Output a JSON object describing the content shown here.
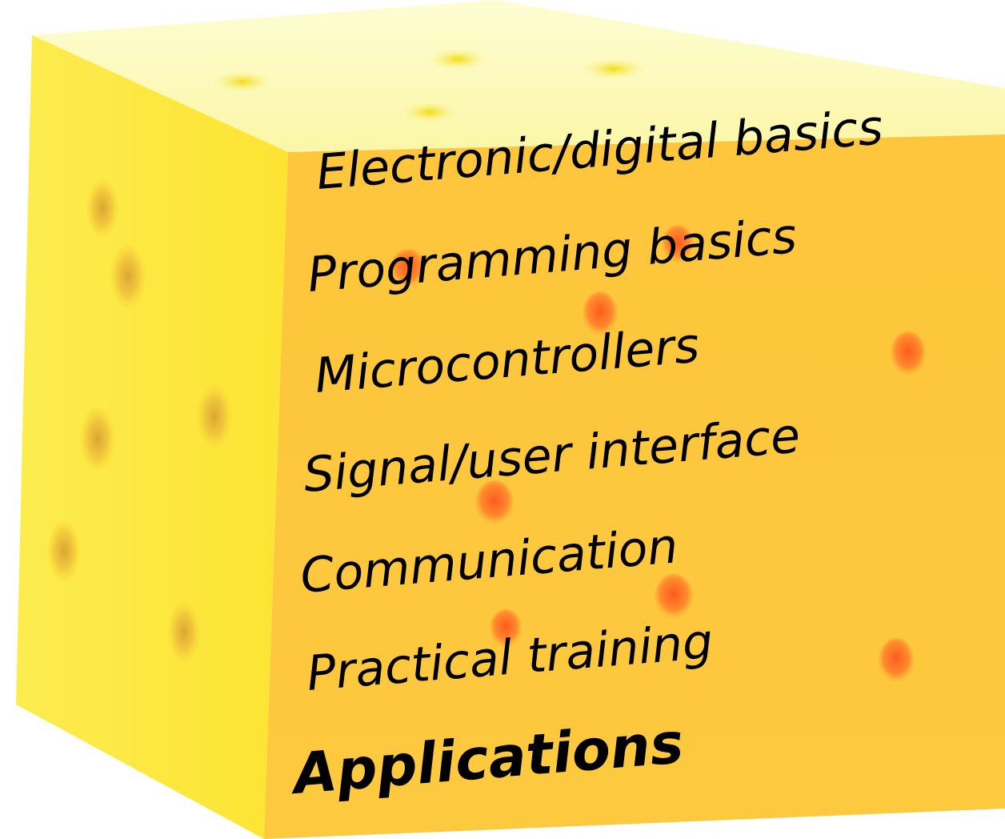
{
  "heading_fragment": "",
  "topics": {
    "t1": "Electronic/digital basics",
    "t2": "Programming basics",
    "t3": "Microcontrollers",
    "t4": "Signal/user interface",
    "t5": "Communication",
    "t6": "Practical training",
    "t7": "Applications"
  },
  "colors": {
    "top_face": "#fdfcc4",
    "left_face": "#fde93a",
    "front_face": "#fdc93c",
    "hole_front": "#ff7a2a",
    "hole_top": "#f6e21a",
    "hole_left": "#e8b83a",
    "text": "#000000"
  },
  "icons": {
    "cube": "cheese-cube-icon",
    "holes": "cheese-hole-icon"
  }
}
